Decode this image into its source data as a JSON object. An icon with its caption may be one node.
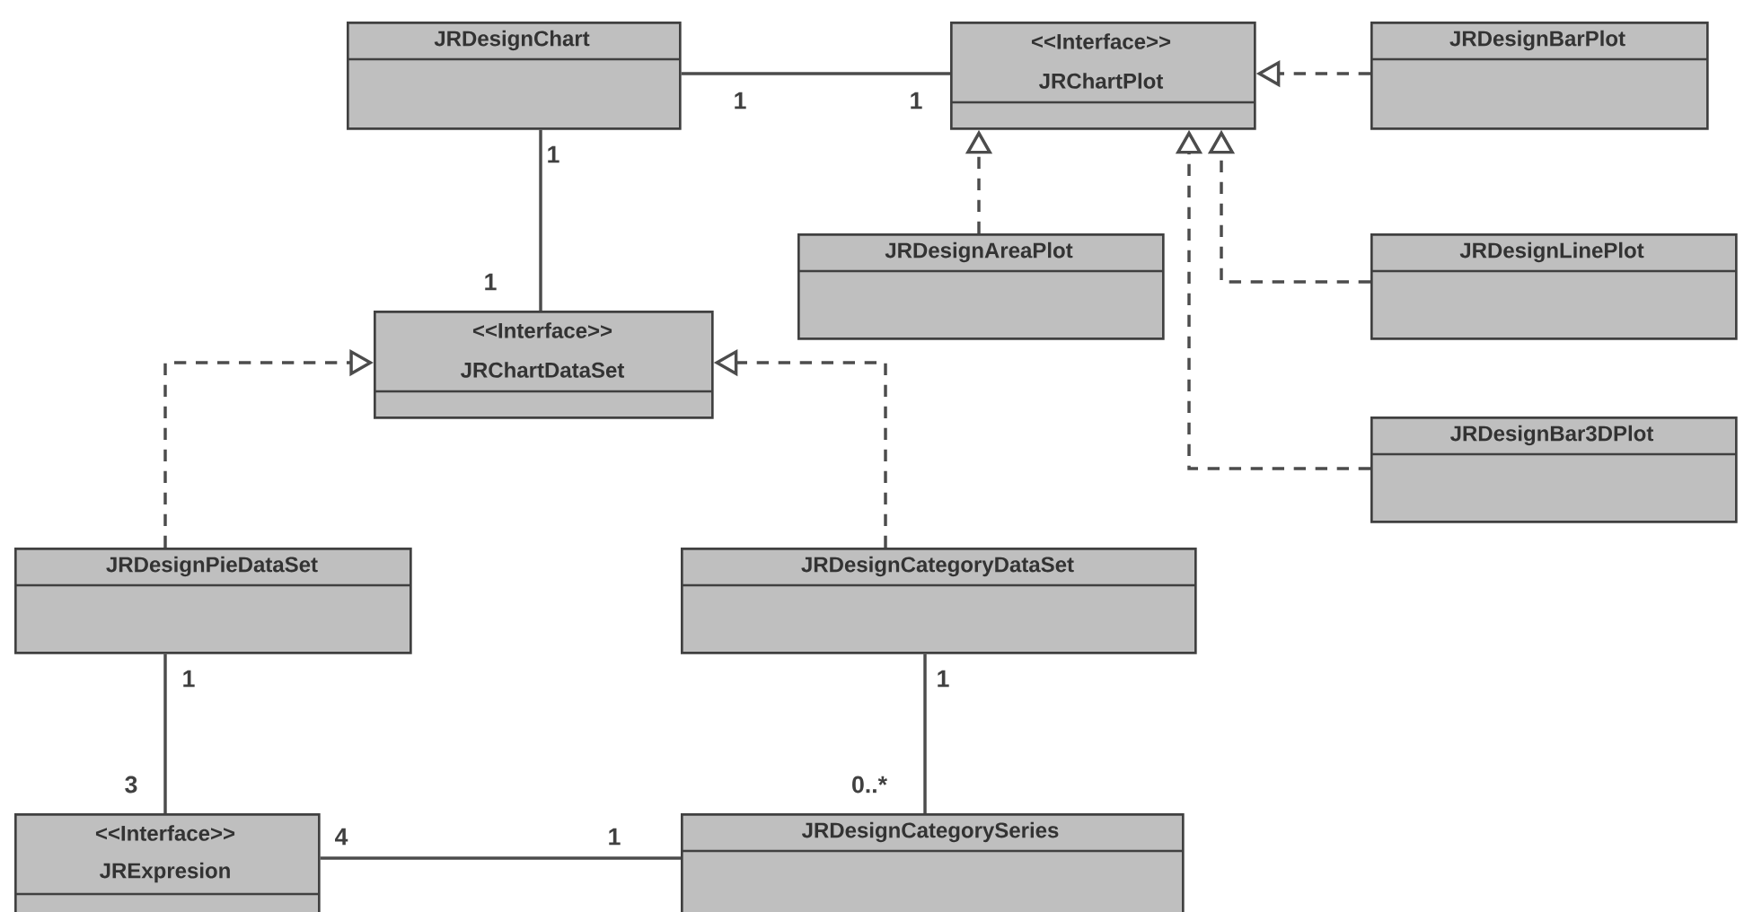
{
  "diagram": {
    "nodes": [
      {
        "text": [
          "JRDesignChart"
        ]
      },
      {
        "text": [
          "<<Interface>>",
          "JRChartPlot"
        ]
      },
      {
        "text": [
          "JRDesignBarPlot"
        ]
      },
      {
        "text": [
          "JRDesignAreaPlot"
        ]
      },
      {
        "text": [
          "JRDesignLinePlot"
        ]
      },
      {
        "text": [
          "<<Interface>>",
          "JRChartDataSet"
        ]
      },
      {
        "text": [
          "JRDesignBar3DPlot"
        ]
      },
      {
        "text": [
          "JRDesignPieDataSet"
        ]
      },
      {
        "text": [
          "JRDesignCategoryDataSet"
        ]
      },
      {
        "text": [
          "<<Interface>>",
          "JRExpresion"
        ]
      },
      {
        "text": [
          "JRDesignCategorySeries"
        ]
      }
    ],
    "edges": [
      {
        "from": 0,
        "to": 1,
        "arrow": "none"
      },
      {
        "from": 0,
        "to": 5,
        "arrow": "none"
      },
      {
        "from": 2,
        "to": 1,
        "arrow": "to",
        "style": "dashed"
      },
      {
        "from": 3,
        "to": 1,
        "arrow": "to",
        "style": "dashed"
      },
      {
        "from": 4,
        "to": 1,
        "arrow": "to",
        "style": "dashed"
      },
      {
        "from": 6,
        "to": 1,
        "arrow": "to",
        "style": "dashed"
      },
      {
        "from": 7,
        "to": 5,
        "arrow": "to",
        "style": "dashed"
      },
      {
        "from": 8,
        "to": 5,
        "arrow": "to",
        "style": "dashed"
      },
      {
        "from": 7,
        "to": 9,
        "arrow": "none"
      },
      {
        "from": 8,
        "to": 10,
        "arrow": "none"
      },
      {
        "from": 9,
        "to": 10,
        "arrow": "none"
      }
    ],
    "labels": [
      "1",
      "1",
      "1",
      "1",
      "1",
      "1",
      "3",
      "0..*",
      "4",
      "1"
    ]
  }
}
